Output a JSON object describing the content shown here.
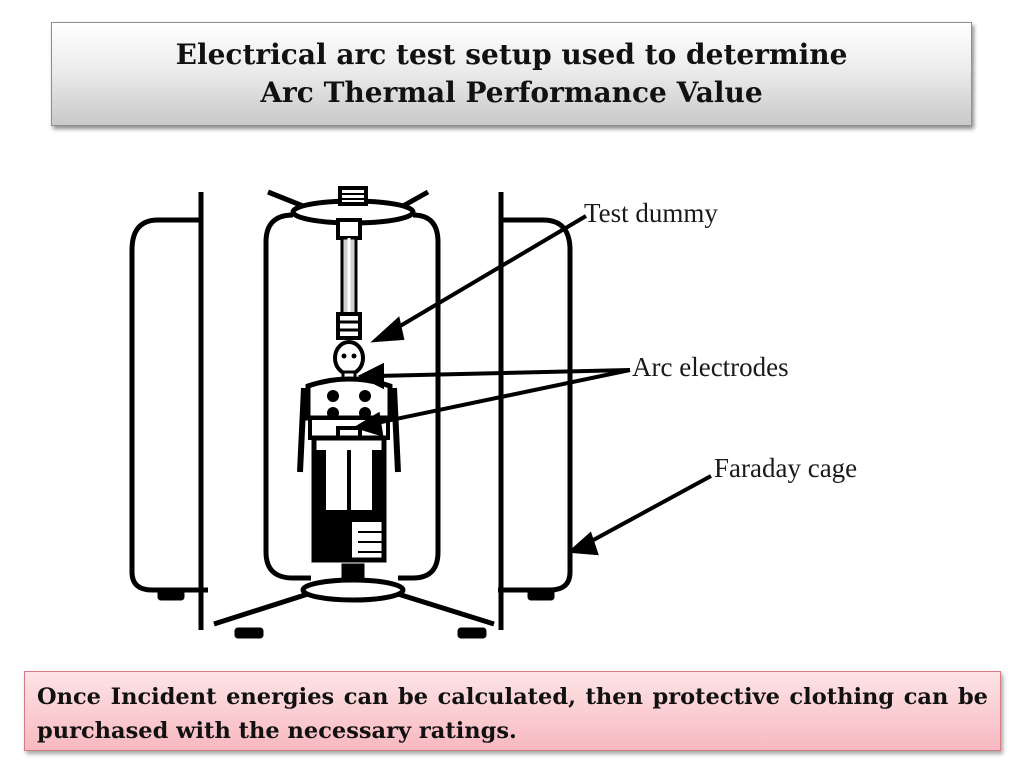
{
  "title": {
    "line1": "Electrical arc test setup used to determine",
    "line2": "Arc Thermal Performance Value"
  },
  "diagram": {
    "labels": {
      "test_dummy": "Test dummy",
      "arc_electrodes": "Arc electrodes",
      "faraday_cage": "Faraday cage"
    }
  },
  "note": {
    "text": "Once Incident energies can be calculated, then protective clothing can be purchased with the necessary ratings."
  },
  "colors": {
    "title_gradient_top": "#ffffff",
    "title_gradient_bottom": "#c9c9c9",
    "note_gradient_top": "#fde4e6",
    "note_gradient_bottom": "#f8b9c0",
    "line_art": "#000000"
  }
}
